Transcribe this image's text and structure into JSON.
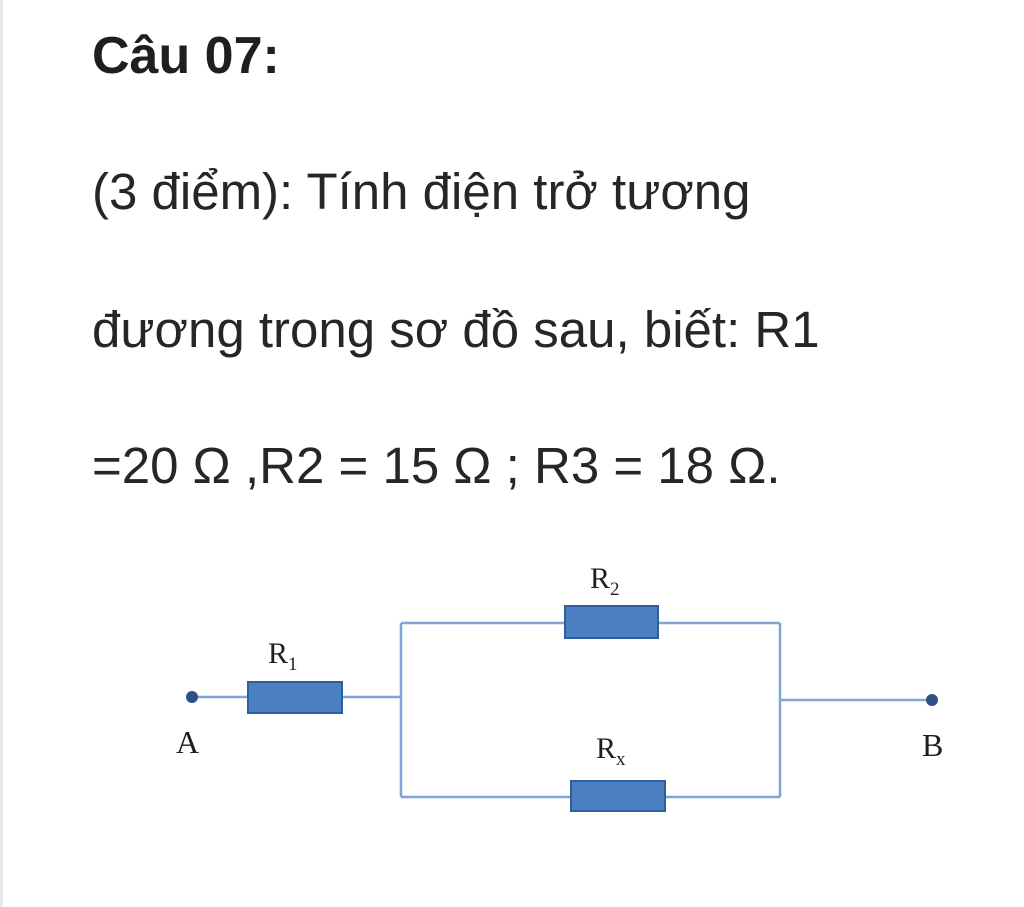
{
  "question": {
    "heading": "Câu 07:",
    "lines": [
      "(3 điểm):  Tính điện trở tương",
      "đương trong sơ đồ sau, biết: R1",
      "=20 Ω ,R2 = 15 Ω ; R3 = 18 Ω."
    ]
  },
  "diagram": {
    "r1": {
      "main": "R",
      "sub": "1"
    },
    "r2": {
      "main": "R",
      "sub": "2"
    },
    "rx": {
      "main": "R",
      "sub": "x"
    },
    "node_a": "A",
    "node_b": "B"
  },
  "colors": {
    "wire": "#7fa6d6",
    "resistor": "#4a7fc1",
    "resistor_border": "#2f5f99",
    "node": "#2f4f86"
  }
}
